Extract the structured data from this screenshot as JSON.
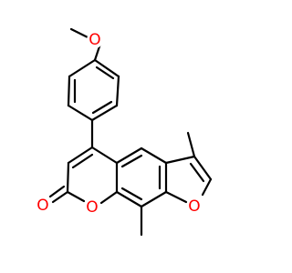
{
  "molecule": {
    "atoms": {
      "methoxy_oxygen": {
        "label": "O",
        "color": "#ff0000"
      },
      "pyranone_ring_oxygen": {
        "label": "O",
        "color": "#ff0000"
      },
      "carbonyl_oxygen": {
        "label": "O",
        "color": "#ff0000"
      },
      "furan_oxygen": {
        "label": "O",
        "color": "#ff0000"
      }
    },
    "bond_color": "#000000"
  }
}
